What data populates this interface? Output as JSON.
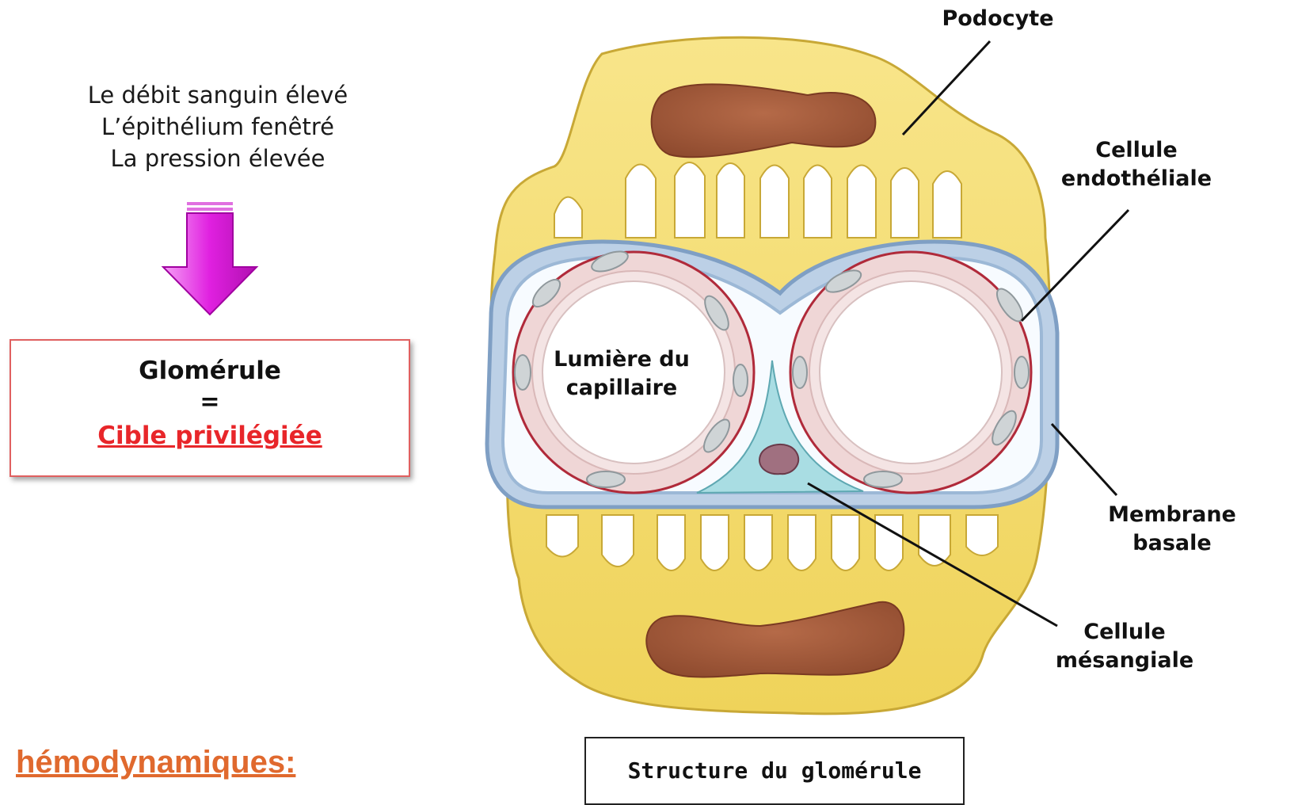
{
  "left_panel": {
    "factors": [
      "Le débit sanguin élevé",
      "L’épithélium fenêtré",
      "La pression élevée"
    ],
    "arrow_icon": "down-arrow-icon",
    "glomerule_box": {
      "title": "Glomérule",
      "equals": "=",
      "target": "Cible privilégiée"
    },
    "section_heading": "hémodynamiques:"
  },
  "diagram": {
    "labels": {
      "podocyte": "Podocyte",
      "endothelial": [
        "Cellule",
        "endothéliale"
      ],
      "lumen": [
        "Lumière du",
        "capillaire"
      ],
      "basement_membrane": [
        "Membrane",
        "basale"
      ],
      "mesangial": [
        "Cellule",
        "mésangiale"
      ]
    },
    "caption": "Structure du glomérule"
  },
  "colors": {
    "podocyte": "#f5de6a",
    "nucleus": "#a05a3a",
    "basement_membrane": "#9cb8d6",
    "endothelium": "#f0d8d8",
    "mesangium": "#a9dde3",
    "accent_red": "#e8262a",
    "arrow": "#e020e0",
    "heading_orange": "#e0692e"
  }
}
